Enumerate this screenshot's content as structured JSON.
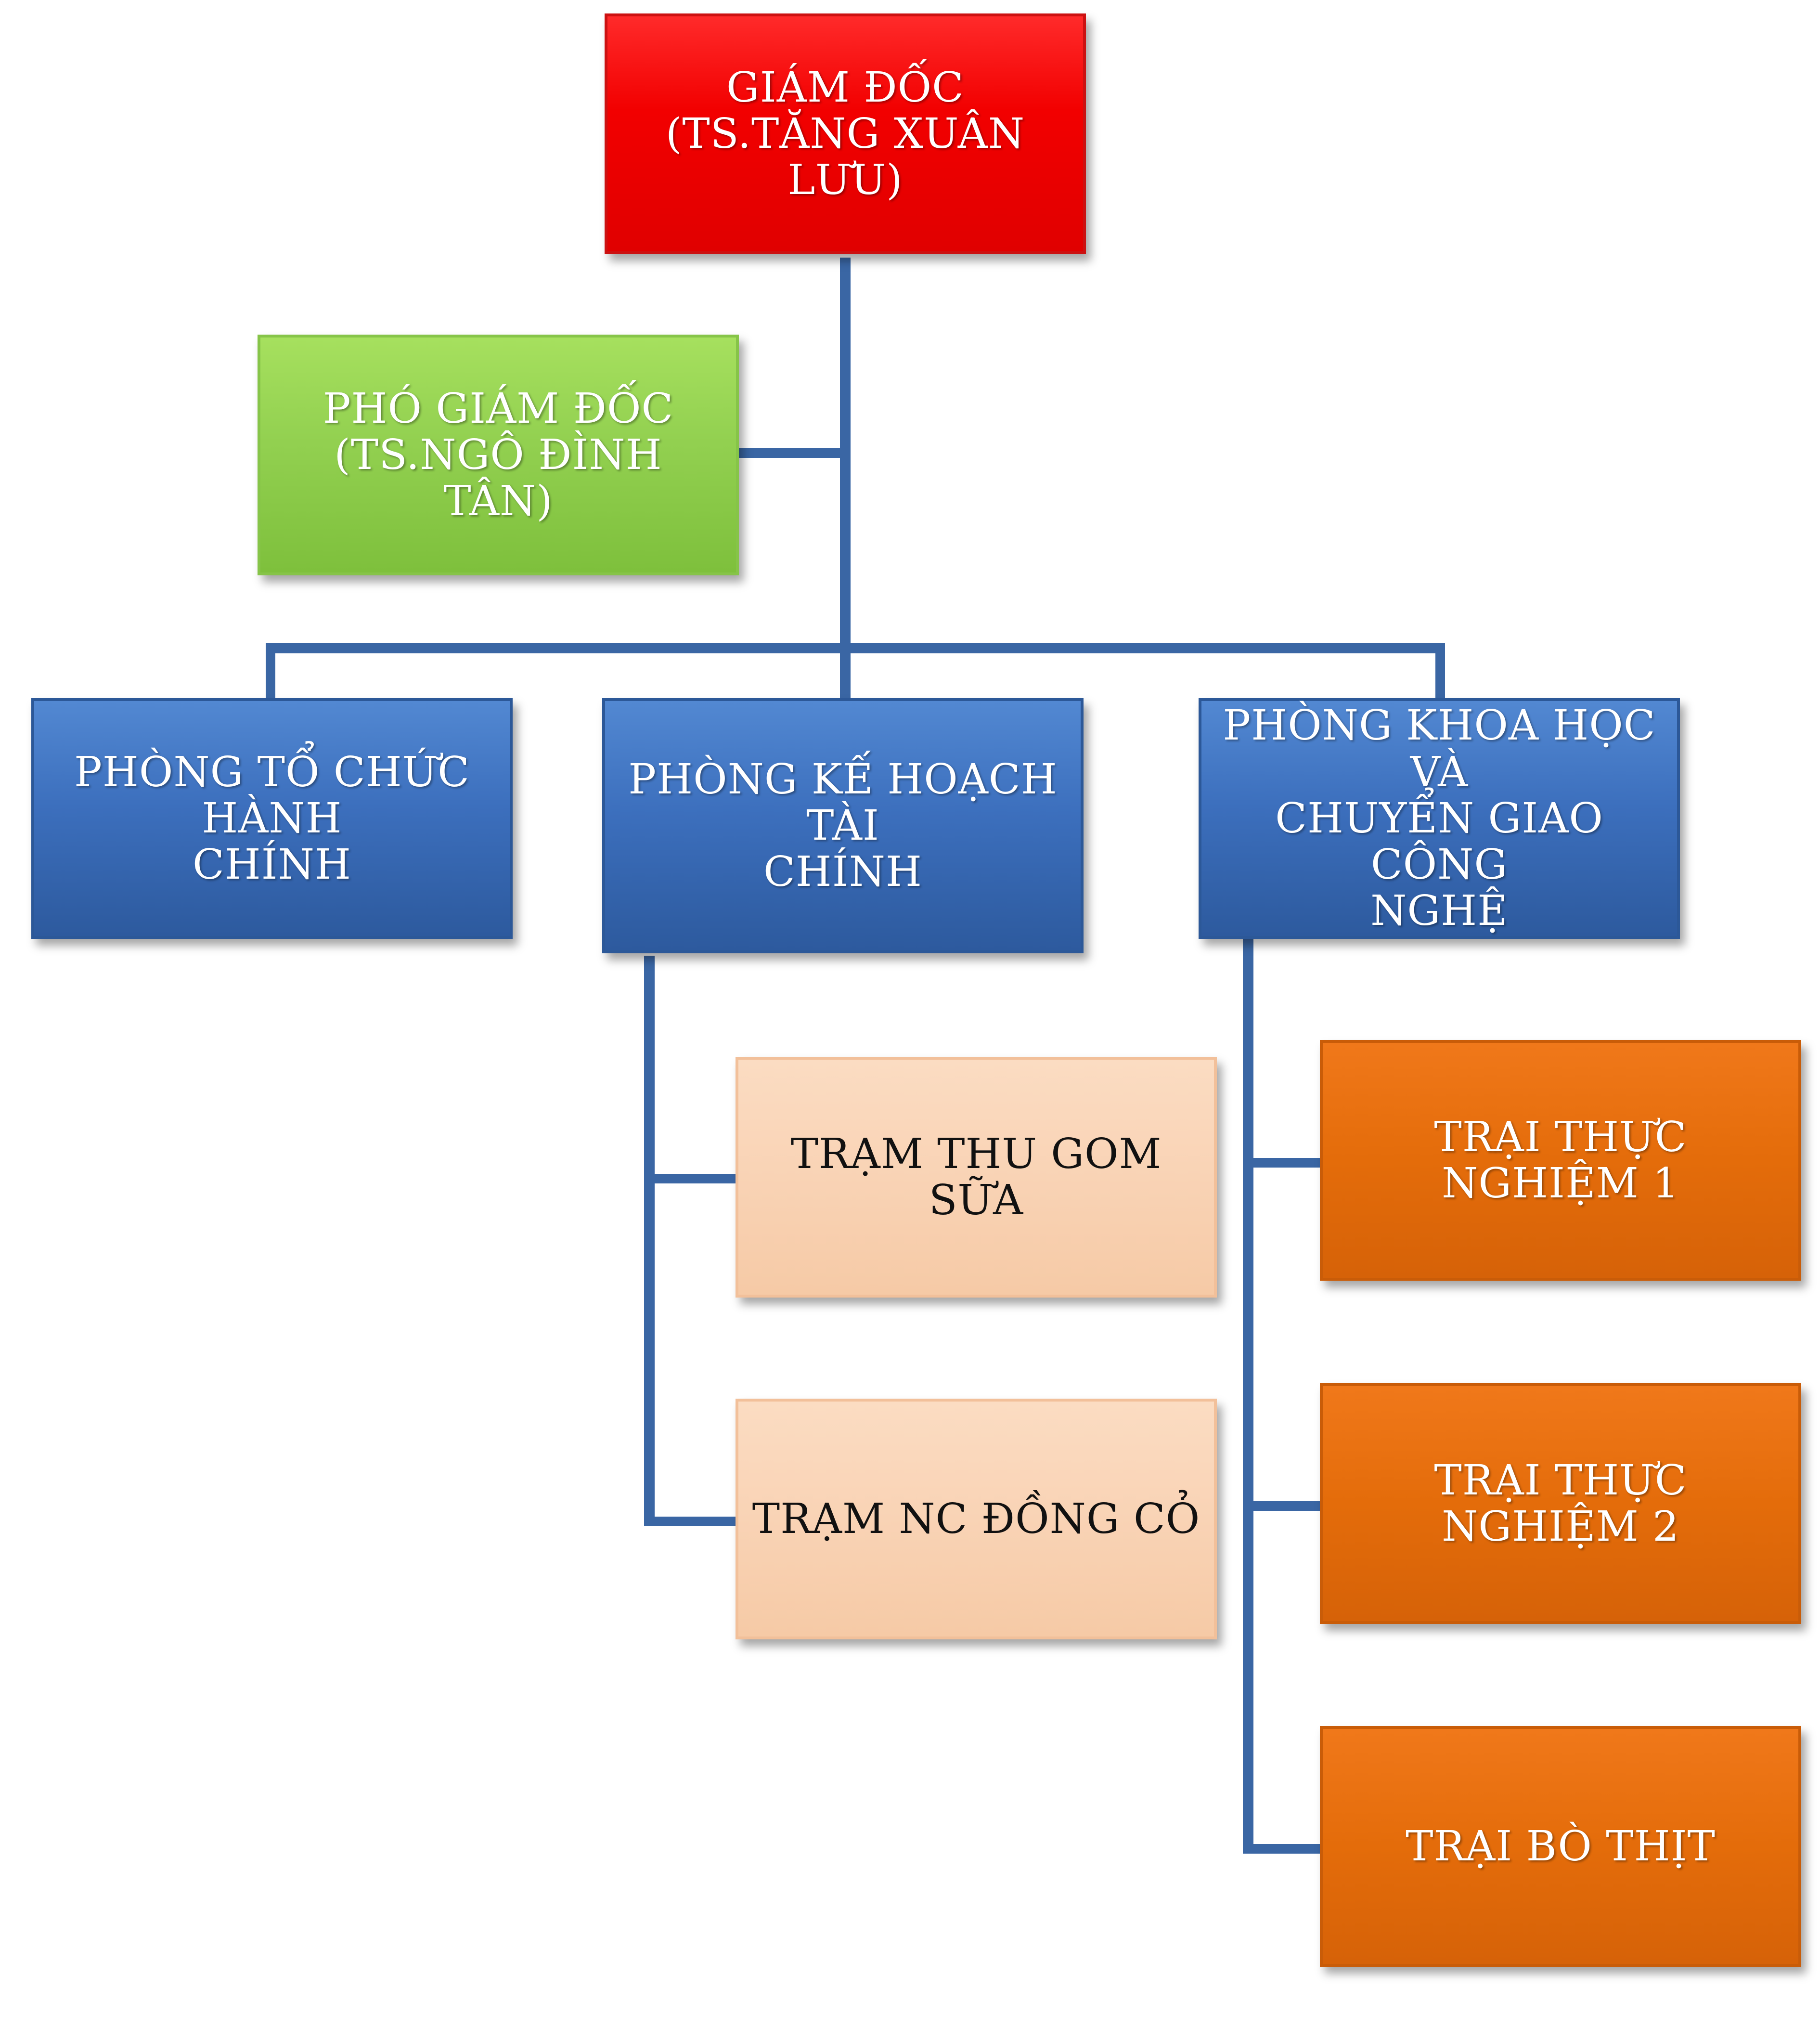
{
  "org_chart": {
    "director": {
      "lines": [
        "GIÁM ĐỐC",
        "(TS.TĂNG XUÂN LƯU)"
      ]
    },
    "deputy_director": {
      "lines": [
        "PHÓ GIÁM ĐỐC",
        "(TS.NGÔ ĐÌNH TÂN)"
      ]
    },
    "departments": [
      {
        "lines": [
          "PHÒNG TỔ CHỨC HÀNH",
          "CHÍNH"
        ]
      },
      {
        "lines": [
          "PHÒNG KẾ HOẠCH TÀI",
          "CHÍNH"
        ]
      },
      {
        "lines": [
          "PHÒNG KHOA HỌC VÀ",
          "CHUYỂN GIAO CÔNG",
          "NGHỆ"
        ]
      }
    ],
    "stations": [
      {
        "lines": [
          "TRẠM THU GOM SỮA"
        ]
      },
      {
        "lines": [
          "TRẠM NC ĐỒNG CỎ"
        ]
      }
    ],
    "farms": [
      {
        "lines": [
          "TRẠI THỰC NGHIỆM 1"
        ]
      },
      {
        "lines": [
          "TRẠI THỰC NGHIỆM 2"
        ]
      },
      {
        "lines": [
          "TRẠI BÒ THỊT"
        ]
      }
    ],
    "colors": {
      "director": "#ee0000",
      "deputy_director": "#92d050",
      "departments": "#3c6fbd",
      "stations": "#f9d3b5",
      "farms": "#e46c0a",
      "connectors": "#3a66a4"
    }
  }
}
